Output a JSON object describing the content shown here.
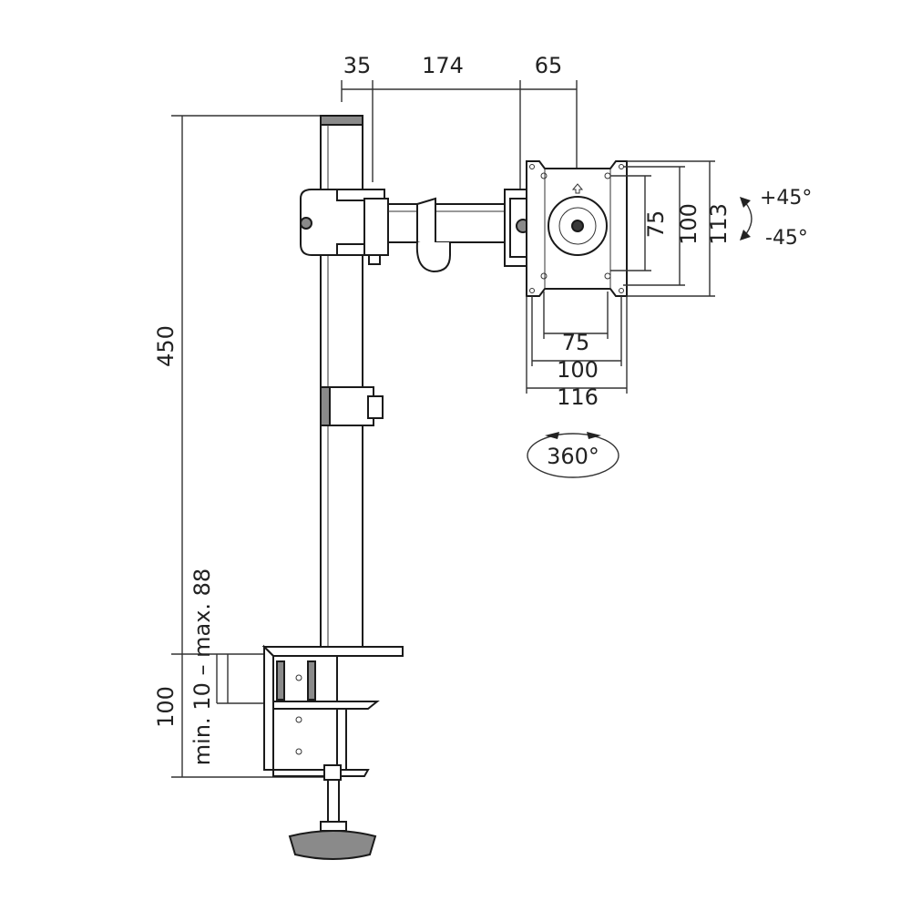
{
  "dimensions": {
    "top_offset": "35",
    "arm_length": "174",
    "plate_offset": "65",
    "pole_height": "450",
    "clamp_height": "100",
    "clamp_range": "min. 10 – max. 88",
    "vesa_small_w": "75",
    "vesa_large_w": "100",
    "plate_w": "116",
    "vesa_small_h": "75",
    "vesa_large_h": "100",
    "plate_h": "113",
    "tilt_up": "+45°",
    "tilt_down": "-45°",
    "rotation": "360°"
  }
}
